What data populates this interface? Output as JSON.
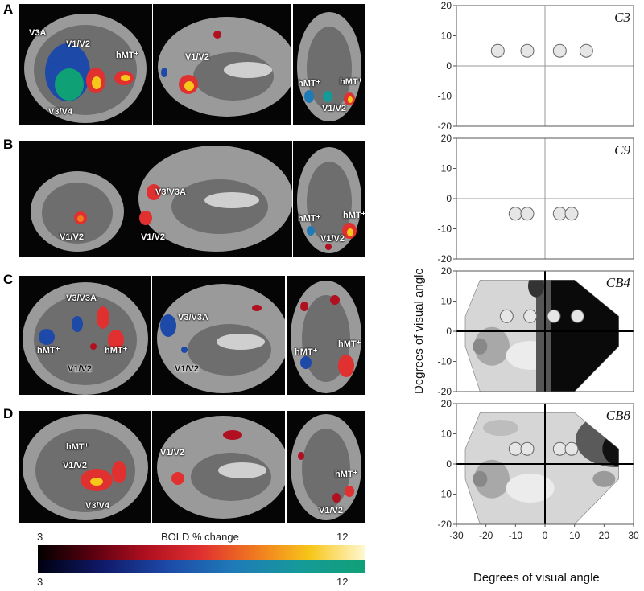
{
  "panel_letters": [
    "A",
    "B",
    "C",
    "D"
  ],
  "brain_labels": {
    "A": [
      "V3A",
      "V1/V2",
      "hMT⁺",
      "V3/V4",
      "V1/V2",
      "hMT⁺",
      "hMT⁺",
      "V1/V2"
    ],
    "B": [
      "V1/V2",
      "V3/V3A",
      "V1/V2",
      "hMT⁺",
      "hMT⁺",
      "V1/V2"
    ],
    "C": [
      "V3/V3A",
      "hMT⁺",
      "hMT⁺",
      "V1/V2",
      "V3/V3A",
      "V1/V2",
      "hMT⁺",
      "hMT⁺"
    ],
    "D": [
      "hMT⁺",
      "V1/V2",
      "V3/V4",
      "V1/V2",
      "hMT⁺",
      "V1/V2"
    ]
  },
  "colorbar": {
    "title": "BOLD % change",
    "min_label": "3",
    "max_label": "12",
    "hot_colors": [
      "#000000",
      "#5a0010",
      "#b01020",
      "#e03030",
      "#f07a20",
      "#f7c61a",
      "#fff8d0"
    ],
    "cool_colors": [
      "#000010",
      "#101a6a",
      "#1d4aa8",
      "#1f7ab8",
      "#159a9a",
      "#10a076"
    ]
  },
  "axis_titles": {
    "x": "Degrees of visual angle",
    "y": "Degrees of visual angle"
  },
  "chart_data": [
    {
      "type": "scatter",
      "title": "C3",
      "xlim": [
        -30,
        30
      ],
      "ylim": [
        -20,
        20
      ],
      "yticks": [
        "20",
        "10",
        "0",
        "-10",
        "-20"
      ],
      "xticks": [],
      "shading": "none",
      "x": [
        -16,
        -6,
        5,
        14
      ],
      "y": [
        5,
        5,
        5,
        5
      ]
    },
    {
      "type": "scatter",
      "title": "C9",
      "xlim": [
        -30,
        30
      ],
      "ylim": [
        -20,
        20
      ],
      "yticks": [
        "20",
        "10",
        "0",
        "-10",
        "-20"
      ],
      "xticks": [],
      "shading": "none",
      "x": [
        -10,
        -6,
        5,
        9
      ],
      "y": [
        -5,
        -5,
        -5,
        -5
      ]
    },
    {
      "type": "scatter",
      "title": "CB4",
      "xlim": [
        -30,
        30
      ],
      "ylim": [
        -20,
        20
      ],
      "yticks": [
        "20",
        "10",
        "0",
        "-10",
        "-20"
      ],
      "xticks": [],
      "shading": "right-dark",
      "x": [
        -13,
        -5,
        3,
        11
      ],
      "y": [
        5,
        5,
        5,
        5
      ]
    },
    {
      "type": "scatter",
      "title": "CB8",
      "xlim": [
        -30,
        30
      ],
      "ylim": [
        -20,
        20
      ],
      "yticks": [
        "20",
        "10",
        "0",
        "-10",
        "-20"
      ],
      "xticks": [
        "-30",
        "-20",
        "-10",
        "0",
        "10",
        "20",
        "30"
      ],
      "shading": "upper-right-dark",
      "x": [
        -10,
        -6,
        5,
        9
      ],
      "y": [
        5,
        5,
        5,
        5
      ]
    }
  ]
}
